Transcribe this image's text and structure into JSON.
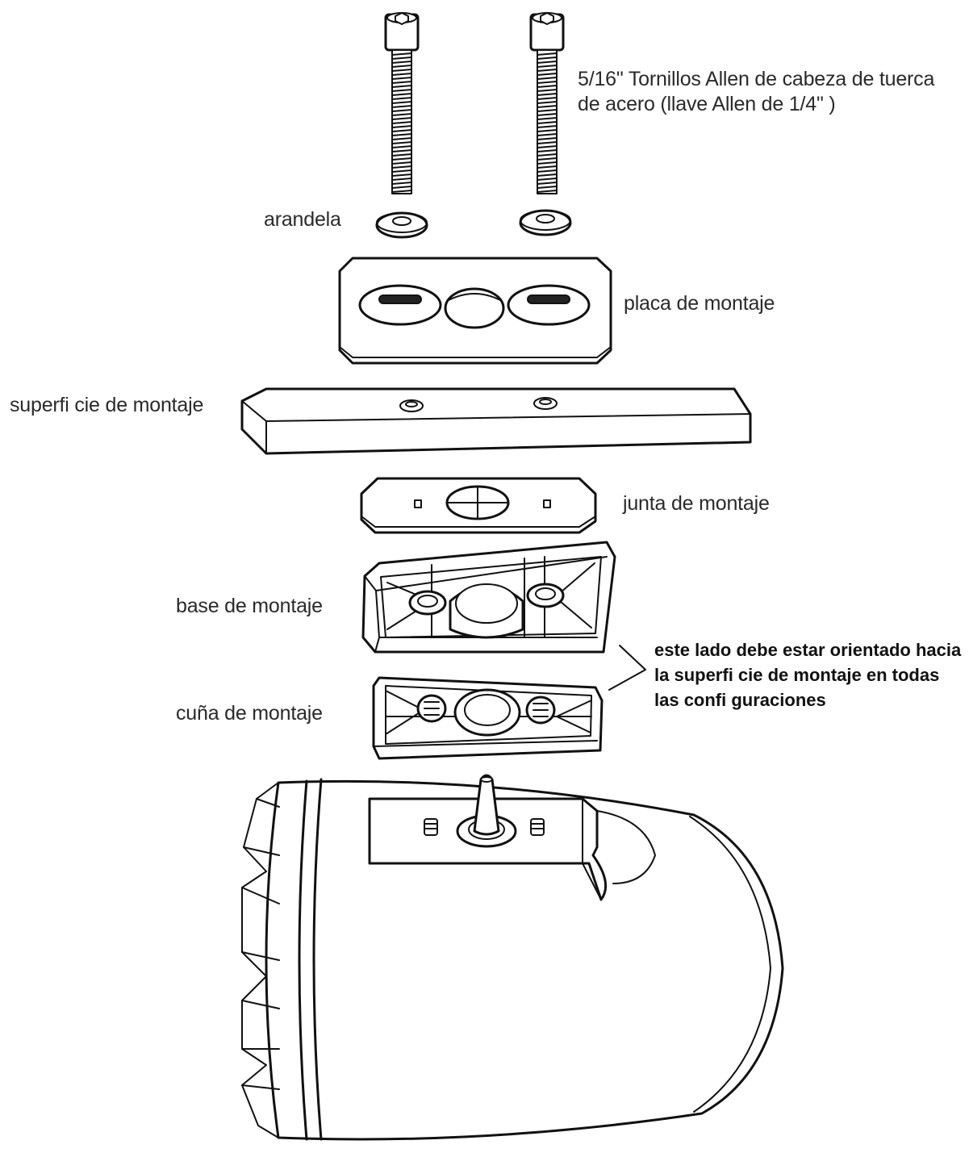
{
  "labels": {
    "screws": "5/16\" Tornillos Allen de cabeza de tuerca de acero (llave Allen de 1/4\" )",
    "washer": "arandela",
    "mounting_plate": "placa de montaje",
    "mounting_surface": "superfi cie de montaje",
    "mounting_gasket": "junta de montaje",
    "mounting_base": "base de montaje",
    "mounting_wedge": "cuña de montaje"
  },
  "note": {
    "text": "este lado debe estar orientado hacia la superfi cie de montaje en todas las confi guraciones"
  }
}
